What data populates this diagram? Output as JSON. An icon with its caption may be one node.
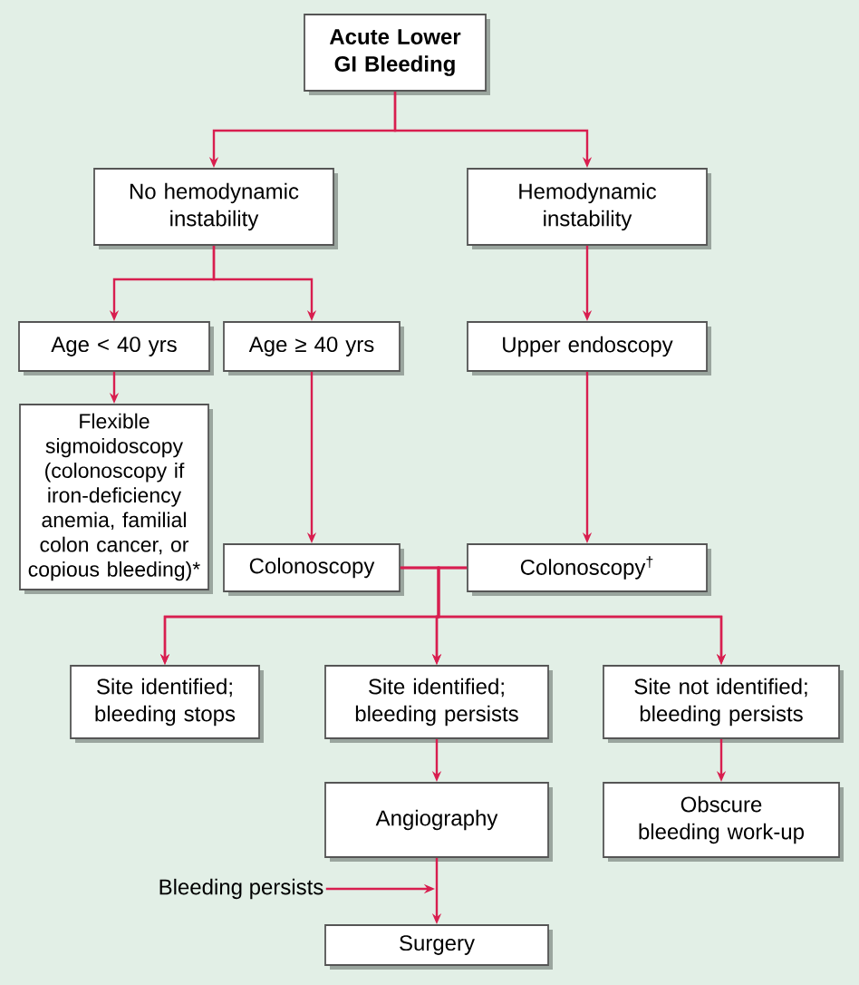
{
  "diagram": {
    "nodes": [
      {
        "text": [
          "Acute Lower GI Bleeding"
        ]
      },
      {
        "text": [
          "No hemodynamic instability"
        ]
      },
      {
        "text": [
          "Hemodynamic instability"
        ]
      },
      {
        "text": [
          "Age < 40 yrs"
        ]
      },
      {
        "text": [
          "Age ≥ 40 yrs"
        ]
      },
      {
        "text": [
          "Upper endoscopy"
        ]
      },
      {
        "text": [
          "Flexible sigmoidoscopy (colonoscopy if iron-deficiency anemia, familial colon cancer, or copious bleeding)*"
        ]
      },
      {
        "text": [
          "Colonoscopy"
        ]
      },
      {
        "text": [
          "Colonoscopy$^{†}$"
        ]
      },
      {
        "text": [
          "Site identified; bleeding stops"
        ]
      },
      {
        "text": [
          "Site identified; bleeding persists"
        ]
      },
      {
        "text": [
          "Site not identified; bleeding persists"
        ]
      },
      {
        "text": [
          "Angiography"
        ]
      },
      {
        "text": [
          "Obscure bleeding work-up"
        ]
      },
      {
        "text": [
          "Bleeding persists"
        ]
      },
      {
        "text": [
          "Surgery"
        ]
      }
    ],
    "edges": [
      {
        "from": 0,
        "to": 1,
        "arrow": "to"
      },
      {
        "from": 0,
        "to": 2,
        "arrow": "to"
      },
      {
        "from": 1,
        "to": 3,
        "arrow": "to"
      },
      {
        "from": 1,
        "to": 4,
        "arrow": "to"
      },
      {
        "from": 2,
        "to": 5,
        "arrow": "to"
      },
      {
        "from": 3,
        "to": 6,
        "arrow": "to"
      },
      {
        "from": 4,
        "to": 7,
        "arrow": "to"
      },
      {
        "from": 5,
        "to": 8,
        "arrow": "to"
      },
      {
        "from": 7,
        "to": 9,
        "arrow": "to"
      },
      {
        "from": 7,
        "to": 10,
        "arrow": "to"
      },
      {
        "from": 7,
        "to": 11,
        "arrow": "to"
      },
      {
        "from": 8,
        "to": 9,
        "arrow": "to"
      },
      {
        "from": 8,
        "to": 10,
        "arrow": "to"
      },
      {
        "from": 8,
        "to": 11,
        "arrow": "to"
      },
      {
        "from": 10,
        "to": 12,
        "arrow": "to"
      },
      {
        "from": 11,
        "to": 13,
        "arrow": "to"
      },
      {
        "from": 12,
        "to": 15,
        "arrow": "to"
      },
      {
        "from": 14,
        "to": null,
        "arrow": "to"
      }
    ]
  }
}
